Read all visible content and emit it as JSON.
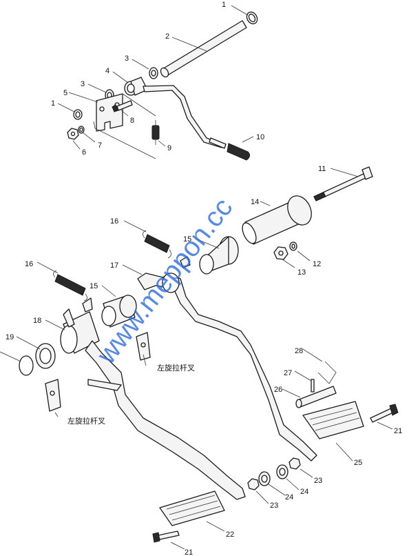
{
  "labels": {
    "p1a": "1",
    "p2": "2",
    "p3a": "3",
    "p3b": "3",
    "p4": "4",
    "p5": "5",
    "p1b": "1",
    "p6": "6",
    "p7": "7",
    "p8": "8",
    "p9": "9",
    "p10": "10",
    "p11": "11",
    "p12": "12",
    "p13": "13",
    "p14": "14",
    "p15a": "15",
    "p15b": "15",
    "p16a": "16",
    "p16b": "16",
    "p17": "17",
    "p18": "18",
    "p19": "19",
    "p21a": "21",
    "p21b": "21",
    "p22": "22",
    "p23a": "23",
    "p23b": "23",
    "p24a": "24",
    "p24b": "24",
    "p25": "25",
    "p26": "26",
    "p27": "27",
    "p28": "28"
  },
  "annotations": {
    "left_fork_right": "左旋拉杆叉",
    "left_fork_left": "左旋拉杆叉"
  },
  "watermark": "www.meppon.cc",
  "colors": {
    "line": "#1a1a1a",
    "watermark": "#2d6ad8"
  }
}
